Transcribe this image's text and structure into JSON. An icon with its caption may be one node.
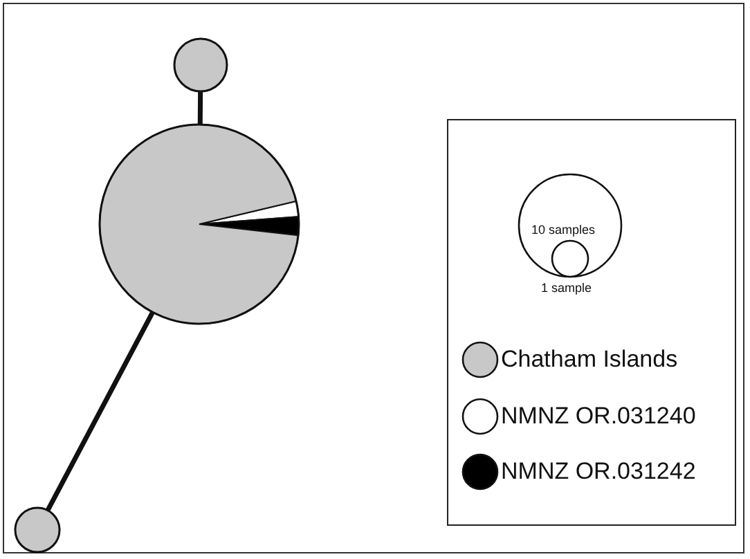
{
  "diagram": {
    "nodes": [
      {
        "text": [],
        "shape": "circle"
      },
      {
        "text": [],
        "shape": "circle"
      },
      {
        "text": [],
        "shape": "circle"
      }
    ],
    "edges": [
      {
        "from": 0,
        "to": 1,
        "arrow": "none"
      },
      {
        "from": 1,
        "to": 2,
        "arrow": "none"
      }
    ],
    "labels": [
      "10 samples",
      "1 sample"
    ],
    "legend": [
      {
        "text": "Chatham Islands",
        "color": "#c8c8c8"
      },
      {
        "text": "NMNZ OR.031240",
        "color": "#ffffff"
      },
      {
        "text": "NMNZ OR.031242",
        "color": "#000000"
      }
    ]
  }
}
